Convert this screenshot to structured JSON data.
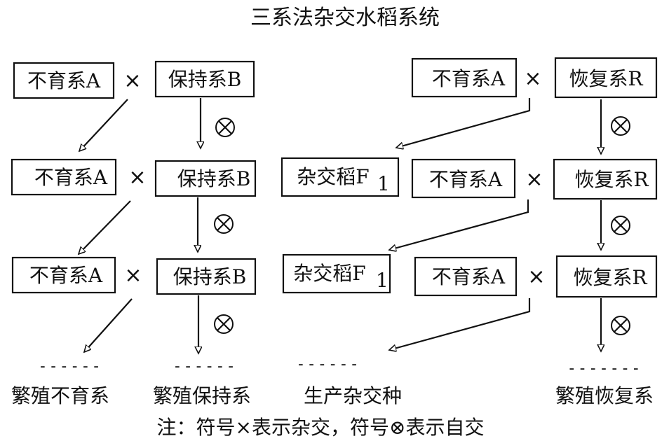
{
  "title": "三系法杂交水稻系统",
  "symbols": {
    "cross": "×",
    "selfing": "⊗"
  },
  "boxes": {
    "sterile": "不育系A",
    "maintainer": "保持系B",
    "restorer": "恢复系R",
    "hybrid": "杂交稻F",
    "hybrid_sub": "1"
  },
  "dashes": "------",
  "dashes_long": "-------",
  "bottom_labels": {
    "sterile": "繁殖不育系",
    "maintainer": "繁殖保持系",
    "hybrid": "生产杂交种",
    "restorer": "繁殖恢复系"
  },
  "note": "注：符号×表示杂交，符号⊗表示自交"
}
